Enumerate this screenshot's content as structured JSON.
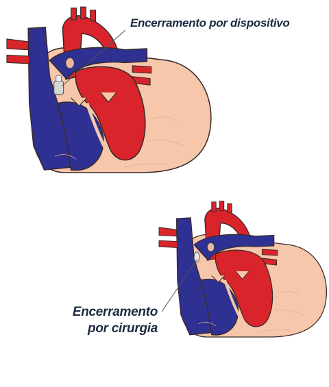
{
  "labels": {
    "device_closure": "Encerramento por dispositivo",
    "surgical_closure_line1": "Encerramento",
    "surgical_closure_line2": "por cirurgia"
  },
  "colors": {
    "oxygenated": "#d9242b",
    "deoxygenated": "#2e3192",
    "heart_wall": "#f6c7ab",
    "outline": "#3a2a2a",
    "device": "#d8d8d8"
  }
}
